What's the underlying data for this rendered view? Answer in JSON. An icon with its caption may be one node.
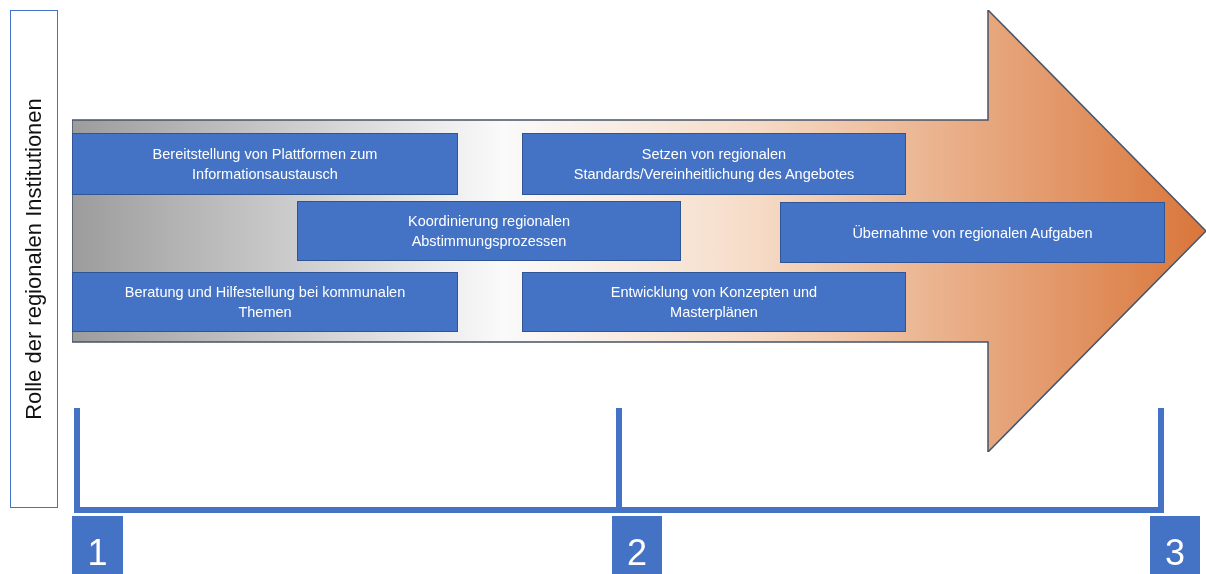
{
  "diagram": {
    "nodes": [
      {
        "text": [
          "Rolle der regionalen Institutionen"
        ]
      },
      {
        "text": [],
        "shape": "arrow"
      },
      {
        "text": [
          "Bereitstellung von Plattformen zum Informationsaustausch"
        ],
        "in": 1
      },
      {
        "text": [
          "Setzen von regionalen Standards/Vereinheitlichung des Angebotes"
        ],
        "in": 1
      },
      {
        "text": [
          "Koordinierung regionalen Abstimmungsprozessen"
        ],
        "in": 1
      },
      {
        "text": [
          "Übernahme von regionalen Aufgaben"
        ],
        "in": 1
      },
      {
        "text": [
          "Beratung und Hilfestellung bei kommunalen Themen"
        ],
        "in": 1
      },
      {
        "text": [
          "Entwicklung von Konzepten und Masterplänen"
        ],
        "in": 1
      },
      {
        "text": [
          "1"
        ]
      },
      {
        "text": [
          "2"
        ]
      },
      {
        "text": [
          "3"
        ]
      }
    ]
  }
}
